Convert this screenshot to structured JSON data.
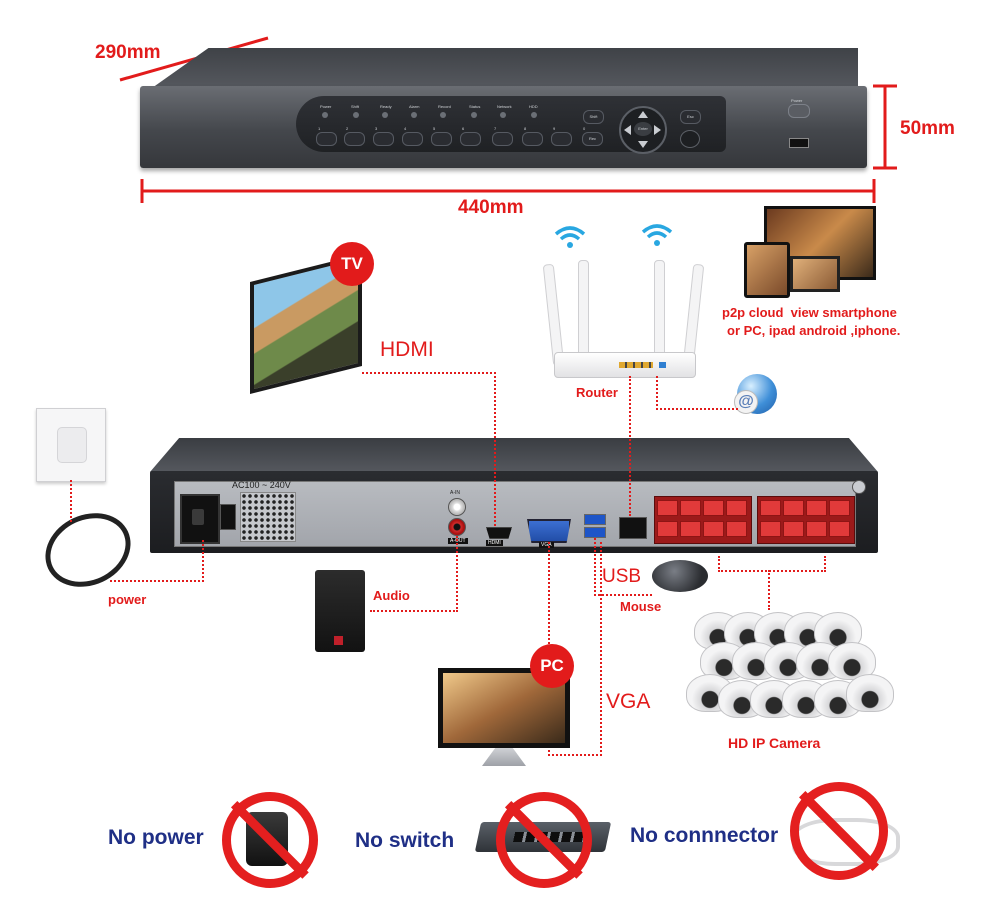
{
  "dimensions": {
    "depth": "290mm",
    "width": "440mm",
    "height": "50mm"
  },
  "front_panel": {
    "indicators": [
      "Power",
      "Shift",
      "Ready",
      "Alarm",
      "Record",
      "Status",
      "Network",
      "HDD"
    ],
    "numbers": [
      "1",
      "2",
      "3",
      "4",
      "5",
      "6",
      "7",
      "8",
      "9",
      "0"
    ],
    "shift_button": "Shift",
    "rec_button": "Rec",
    "enter_button": "Enter",
    "esc_button": "Esc",
    "power_button": "Power"
  },
  "rear_panel": {
    "power_rating": "AC100 ~ 240V",
    "audio_in": "A-IN",
    "audio_out": "A-OUT",
    "hdmi_port": "HDMI",
    "vga_port": "VGA"
  },
  "labels": {
    "tv_badge": "TV",
    "hdmi": "HDMI",
    "router": "Router",
    "p2p_line1": "p2p cloud  view smartphone",
    "p2p_line2": "or PC, ipad android ,iphone.",
    "power": "power",
    "audio": "Audio",
    "usb": "USB",
    "mouse": "Mouse",
    "pc_badge": "PC",
    "vga": "VGA",
    "hd_ip_camera": "HD IP Camera"
  },
  "not_included": {
    "no_power": "No power",
    "no_switch": "No switch",
    "no_connector": "No connnector"
  },
  "colors": {
    "accent_red": "#e21b1b",
    "navy": "#1f2f86",
    "chassis": "#4a4d53"
  }
}
